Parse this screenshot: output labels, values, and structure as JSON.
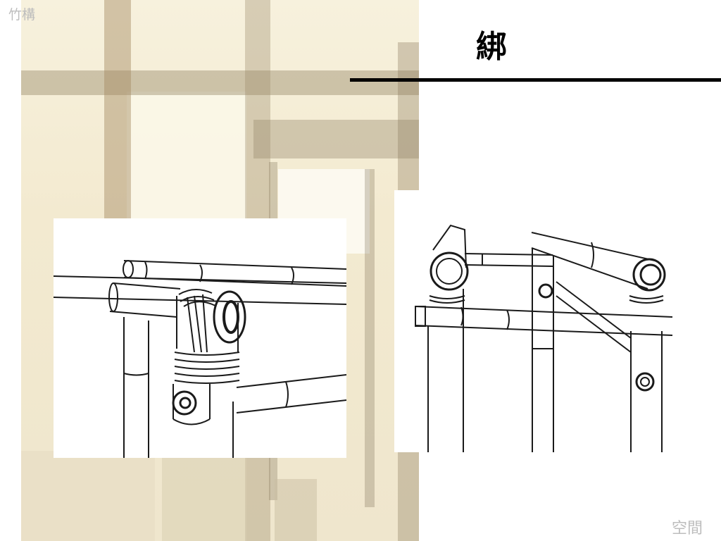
{
  "header": {
    "corner_label": "竹構",
    "title": "綁"
  },
  "footer": {
    "label": "空間"
  },
  "background": {
    "tint": "#f3ead0",
    "timber_color": "#8a7a5c"
  },
  "sketches": {
    "stroke_color": "#1a1a1a"
  }
}
